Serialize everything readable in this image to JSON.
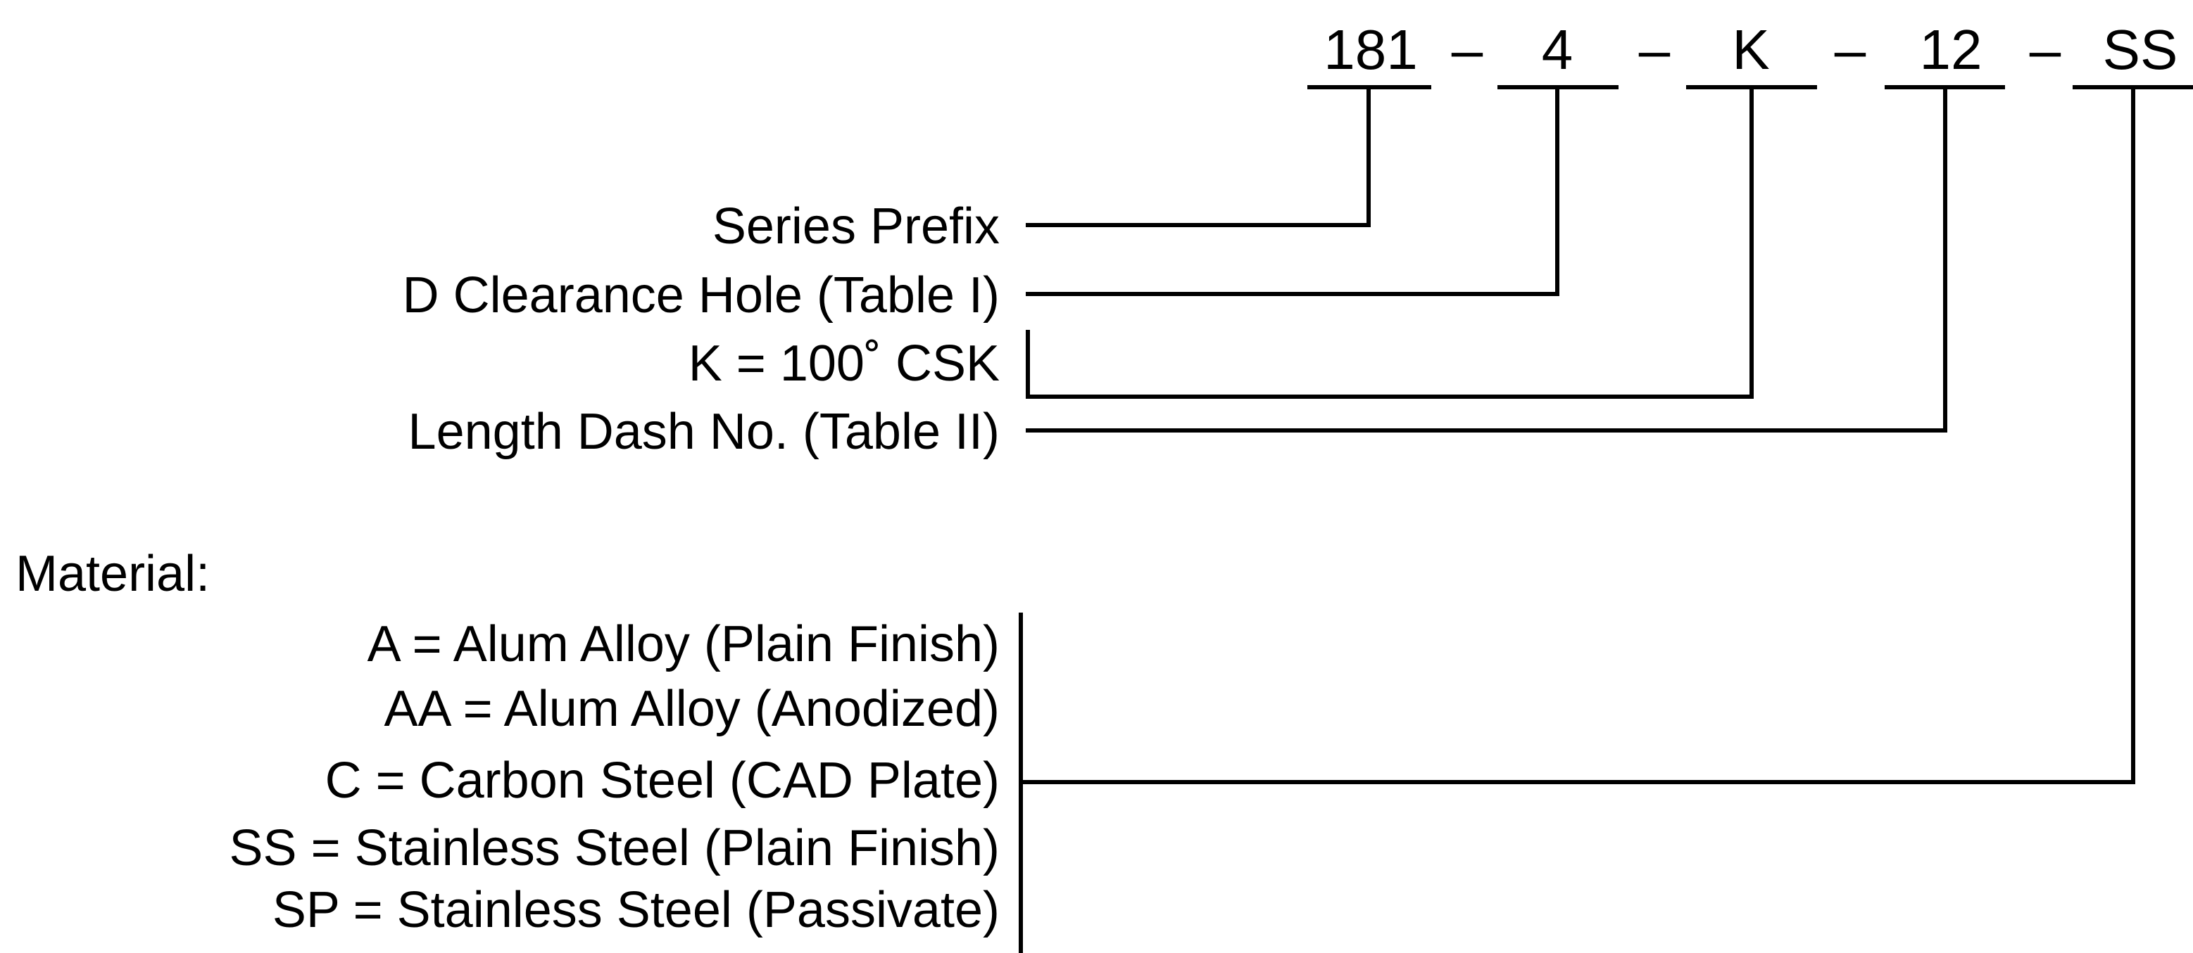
{
  "part_number": {
    "segments": [
      "181",
      "4",
      "K",
      "12",
      "SS"
    ],
    "separator": "–"
  },
  "callouts": {
    "series_prefix": "Series Prefix",
    "clearance_hole": "D Clearance Hole (Table I)",
    "csk": "K = 100˚ CSK",
    "length_dash": "Length Dash No. (Table II)"
  },
  "material": {
    "heading": "Material:",
    "options": [
      "A = Alum Alloy (Plain Finish)",
      "AA = Alum Alloy (Anodized)",
      "C = Carbon Steel (CAD Plate)",
      "SS = Stainless Steel (Plain Finish)",
      "SP = Stainless Steel (Passivate)"
    ]
  }
}
